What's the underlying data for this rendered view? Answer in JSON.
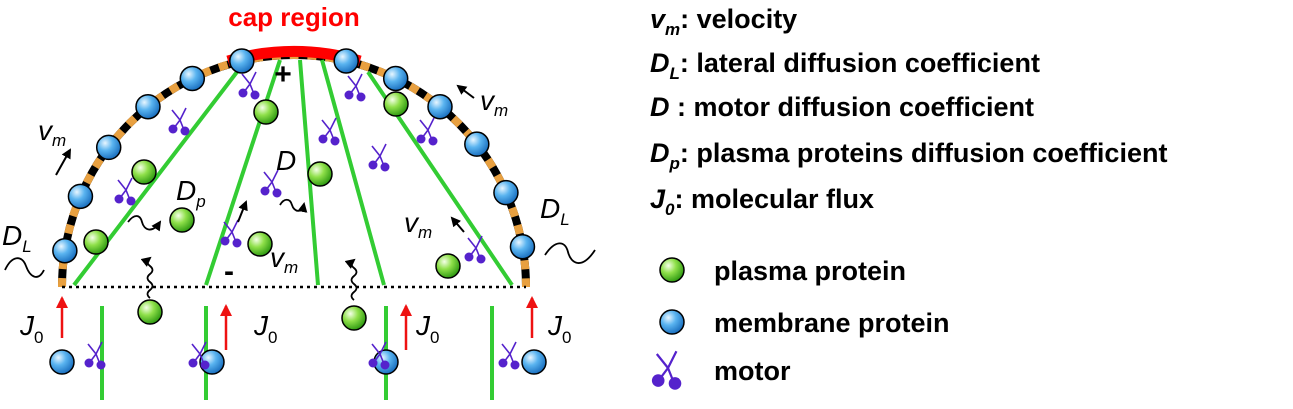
{
  "diagram": {
    "cap_region_label": "cap region",
    "plus_sign": "+",
    "minus_sign": "-",
    "symbols": {
      "v": "v",
      "v_sub": "m",
      "D_L": "D",
      "D_L_sub": "L",
      "D": "D",
      "D_p": "D",
      "D_p_sub": "p",
      "J": "J",
      "J_sub": "0"
    }
  },
  "legend": {
    "definitions": [
      {
        "symbol": "v",
        "sub": "m",
        "text": ": velocity"
      },
      {
        "symbol": "D",
        "sub": "L",
        "text": ": lateral diffusion coefficient"
      },
      {
        "symbol": "D",
        "sub": "",
        "text": " : motor diffusion coefficient"
      },
      {
        "symbol": "D",
        "sub": "p",
        "text": ": plasma proteins diffusion coefficient"
      },
      {
        "symbol": "J",
        "sub": "0",
        "text": ": molecular flux"
      }
    ],
    "items": [
      {
        "label": "plasma protein",
        "icon": "plasma-protein-icon"
      },
      {
        "label": "membrane protein",
        "icon": "membrane-protein-icon"
      },
      {
        "label": "motor",
        "icon": "motor-icon"
      }
    ]
  },
  "colors": {
    "cap": "#ff0000",
    "filament": "#33cc33",
    "plasma_protein": "#66dd33",
    "membrane_protein": "#3399ee",
    "motor": "#5522cc",
    "membrane_dash_a": "#000000",
    "membrane_dash_b": "#e8a040",
    "flux_arrow": "#ee1111"
  }
}
